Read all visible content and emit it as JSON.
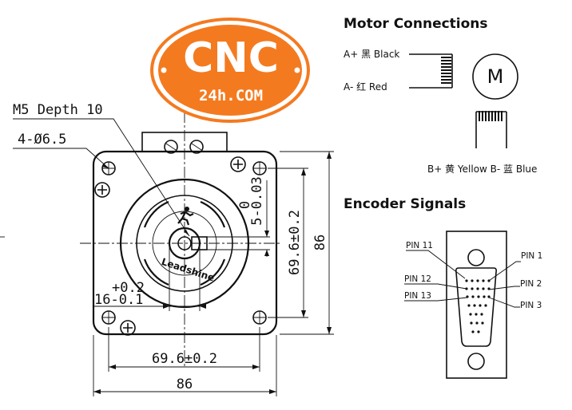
{
  "logo": {
    "brand": "CNC",
    "sub": "24h.COM",
    "color": "#f47a20"
  },
  "motor_drawing": {
    "callout_depth": "M5 Depth 10",
    "callout_holes": "4-Ø6.5",
    "dim_bolt_h": "69.6±0.2",
    "dim_body_h": "86",
    "dim_bolt_v": "69.6±0.2",
    "dim_body_v": "86",
    "dim_key_upper": "0",
    "dim_key_main": "5-0.03",
    "dim_shaft_main": "16-0.1",
    "dim_shaft_upper": "+0.2",
    "face_text": "Leadshine"
  },
  "motor_connections": {
    "title": "Motor Connections",
    "a_plus": "A+ 黑 Black",
    "a_minus": "A- 红 Red",
    "motor_symbol": "M",
    "b_labels": "B+ 黄 Yellow  B- 蓝 Blue"
  },
  "encoder": {
    "title": "Encoder Signals",
    "pins_left": [
      "PIN 11",
      "PIN 12",
      "PIN 13"
    ],
    "pins_right": [
      "PIN 1",
      "PIN 2",
      "PIN 3"
    ]
  }
}
